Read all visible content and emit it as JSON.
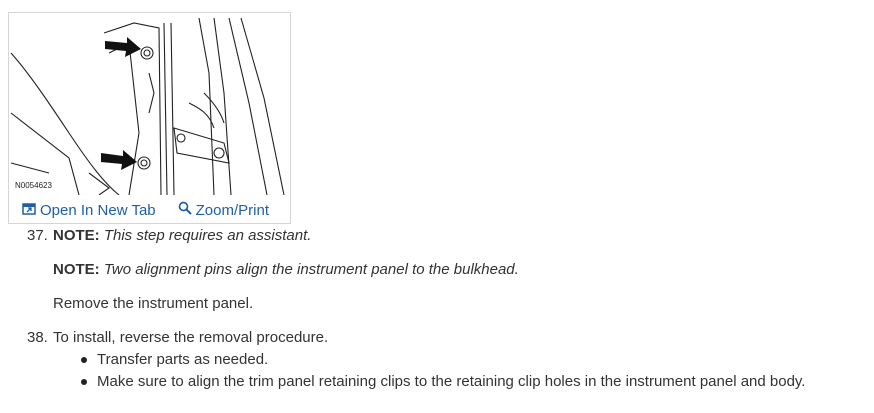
{
  "figure": {
    "id_label": "N0054623",
    "open_tab_label": "Open In New Tab",
    "zoom_label": "Zoom/Print"
  },
  "steps": [
    {
      "number": "37.",
      "paragraphs": [
        {
          "note_label": "NOTE:",
          "text": "This step requires an assistant."
        },
        {
          "note_label": "NOTE:",
          "text": "Two alignment pins align the instrument panel to the bulkhead."
        },
        {
          "text": "Remove the instrument panel."
        }
      ]
    },
    {
      "number": "38.",
      "text": "To install, reverse the removal procedure.",
      "bullets": [
        "Transfer parts as needed.",
        "Make sure to align the trim panel retaining clips to the retaining clip holes in the instrument panel and body."
      ]
    }
  ]
}
